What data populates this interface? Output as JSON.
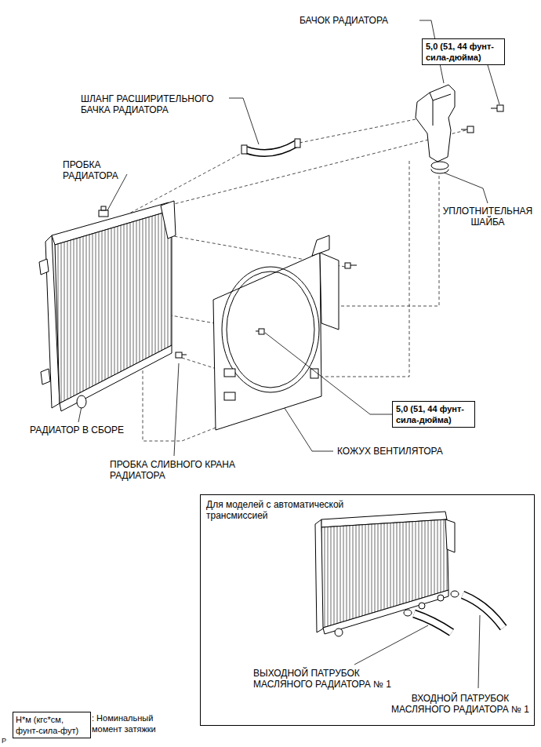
{
  "diagram": {
    "nodes": [
      {
        "text": [
          "5,0 (51, 44 фунт-сила-дюйма)"
        ]
      },
      {
        "text": [
          "5,0 (51, 44 фунт-сила-дюйма)"
        ]
      },
      {
        "text": [
          "Для моделей с автоматической трансмиссией",
          "ВЫХОДНОЙ ПАТРУБОК МАСЛЯНОГО РАДИАТОРА № 1",
          "ВХОДНОЙ ПАТРУБОК МАСЛЯНОГО РАДИАТОРА № 1"
        ]
      },
      {
        "text": [
          "Н*м (кгс*см, фунт-сила-фут)"
        ]
      }
    ],
    "labels": [
      "БАЧОК РАДИАТОРА",
      "ШЛАНГ РАСШИРИТЕЛЬНОГО БАЧКА РАДИАТОРА",
      "ПРОБКА РАДИАТОРА",
      "УПЛОТНИТЕЛЬНАЯ ШАЙБА",
      "РАДИАТОР В СБОРЕ",
      "ПРОБКА СЛИВНОГО КРАНА РАДИАТОРА",
      "КОЖУХ ВЕНТИЛЯТОРА",
      ": Номинальный момент затяжки",
      "P"
    ]
  }
}
